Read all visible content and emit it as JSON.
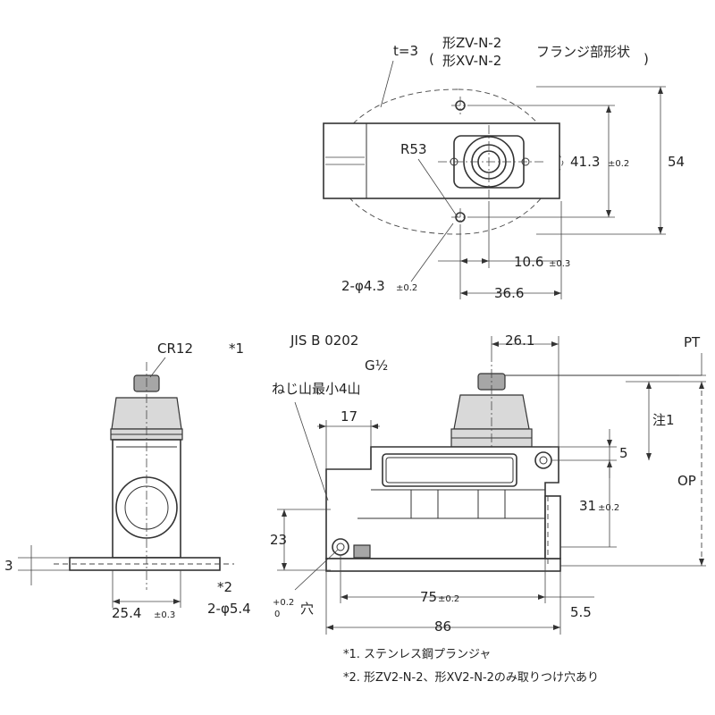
{
  "top_view": {
    "t3": "t=3",
    "zv": "形ZV-N-2",
    "xv": "形XV-N-2",
    "flange": "フランジ部形状",
    "r53": "R53",
    "dim_41_3": "41.3",
    "tol_41_3": "±0.2",
    "dim_54": "54",
    "dim_10_6": "10.6",
    "tol_10_6": "±0.3",
    "hole": "2-φ4.3",
    "hole_tol": "±0.2",
    "dim_36_6": "36.6"
  },
  "side_view": {
    "cr12": "CR12",
    "ast1": "*1",
    "dim_3": "3",
    "dim_25_4": "25.4",
    "tol_25_4": "±0.3"
  },
  "front_view": {
    "jis": "JIS B 0202",
    "g12": "G½",
    "thread": "ねじ山最小4山",
    "dim_17": "17",
    "dim_26_1": "26.1",
    "pt": "PT",
    "note1": "注1",
    "op": "OP",
    "dim_5": "5",
    "dim_31": "31",
    "tol_31": "±0.2",
    "dim_23": "23",
    "ast2": "*2",
    "hole2": "2-φ5.4",
    "hole2_tol_up": "+0.2",
    "hole2_tol_low": "0",
    "hole2_suffix": "穴",
    "dim_75": "75",
    "tol_75": "±0.2",
    "dim_86": "86",
    "dim_5_5": "5.5"
  },
  "notes": {
    "n1": "*1. ステンレス鋼プランジャ",
    "n2": "*2. 形ZV2-N-2、形XV2-N-2のみ取りつけ穴あり"
  }
}
